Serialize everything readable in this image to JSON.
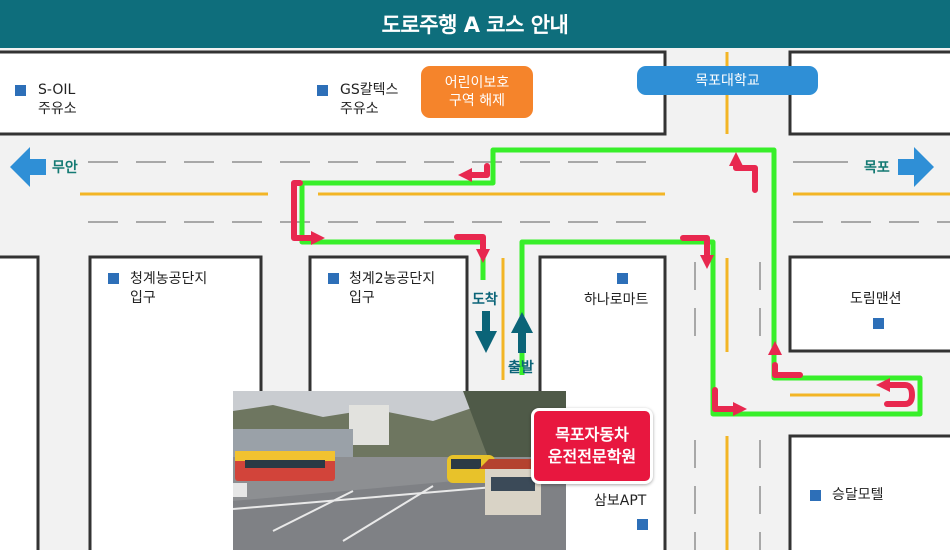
{
  "header": {
    "title": "도로주행 A 코스 안내"
  },
  "places": {
    "soil": [
      "S-OIL",
      "주유소"
    ],
    "gs": [
      "GS칼텍스",
      "주유소"
    ],
    "school_zone": [
      "어린이보호",
      "구역 해제"
    ],
    "university": "목포대학교",
    "cheonggye": [
      "청계농공단지",
      "입구"
    ],
    "cheonggye2": [
      "청계2농공단지",
      "입구"
    ],
    "hanaro": "하나로마트",
    "dorim": "도림맨션",
    "sambo": "삼보APT",
    "seungdal": "승달모텔",
    "driving_school": [
      "목포자동차",
      "운전전문학원"
    ]
  },
  "directions": {
    "west": "무안",
    "east": "목포"
  },
  "route": {
    "arrive": "도착",
    "depart": "출발"
  },
  "colors": {
    "header": "#0e6e7c",
    "route": "#38ef2a",
    "turn_arrow": "#e8284f",
    "center_line": "#f3b526",
    "marker": "#2d6fb8",
    "direction_arrow": "#2f8fd6"
  }
}
